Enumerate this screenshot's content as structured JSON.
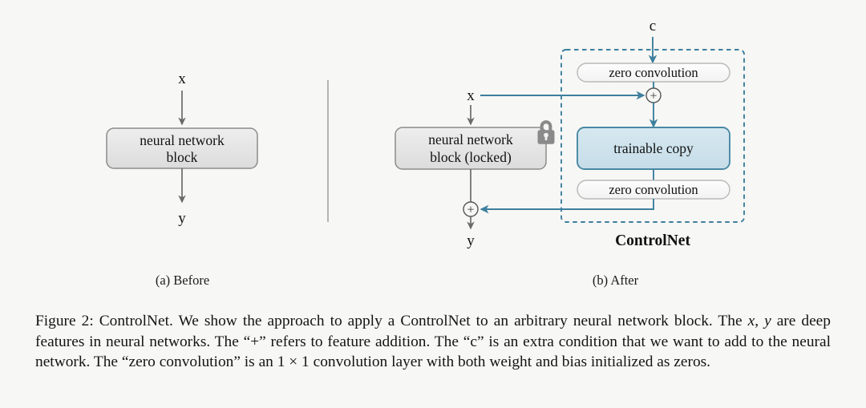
{
  "figure": {
    "panel_a": {
      "subcaption": "(a) Before",
      "input_label": "x",
      "block_label_line1": "neural network",
      "block_label_line2": "block",
      "output_label": "y"
    },
    "panel_b": {
      "subcaption": "(b) After",
      "condition_label": "c",
      "input_label": "x",
      "output_label": "y",
      "block_label_line1": "neural network",
      "block_label_line2": "block (locked)",
      "lock_icon": "lock-icon",
      "zero_conv_top": "zero convolution",
      "zero_conv_bottom": "zero convolution",
      "trainable_copy": "trainable copy",
      "plus_top": "+",
      "plus_bottom": "+",
      "group_label": "ControlNet"
    }
  },
  "caption": {
    "prefix": "Figure 2: ControlNet. We show the approach to apply a ControlNet to an arbitrary neural network block. The ",
    "var_x": "x",
    "comma": ", ",
    "var_y": "y",
    "mid1": " are deep features in neural networks. The “+” refers to feature addition. The “c” is an extra condition that we want to add to the neural network. The “zero convolution” is an ",
    "math_1x1": "1 × 1",
    "suffix": " convolution layer with both weight and bias initialized as zeros.",
    "full_text": "Figure 2: ControlNet. We show the approach to apply a ControlNet to an arbitrary neural network block. The x, y are deep features in neural networks. The “+” refers to feature addition. The “c” is an extra condition that we want to add to the neural network. The “zero convolution” is an 1 × 1 convolution layer with both weight and bias initialized as zeros."
  },
  "colors": {
    "page_background": "#f7f7f5",
    "gray_block_fill": "#e3e3e3",
    "gray_block_stroke": "#8c8c8c",
    "white_pill_fill": "#fbfbfb",
    "white_pill_stroke": "#b9b9b9",
    "trainable_fill": "#cfe3ec",
    "trainable_stroke": "#4a88a5",
    "accent_blue": "#3d7f9e",
    "arrow_gray": "#6a6a6a",
    "lock_gray": "#8a8a8a",
    "divider_gray": "#b5b5b5",
    "text": "#141414"
  }
}
